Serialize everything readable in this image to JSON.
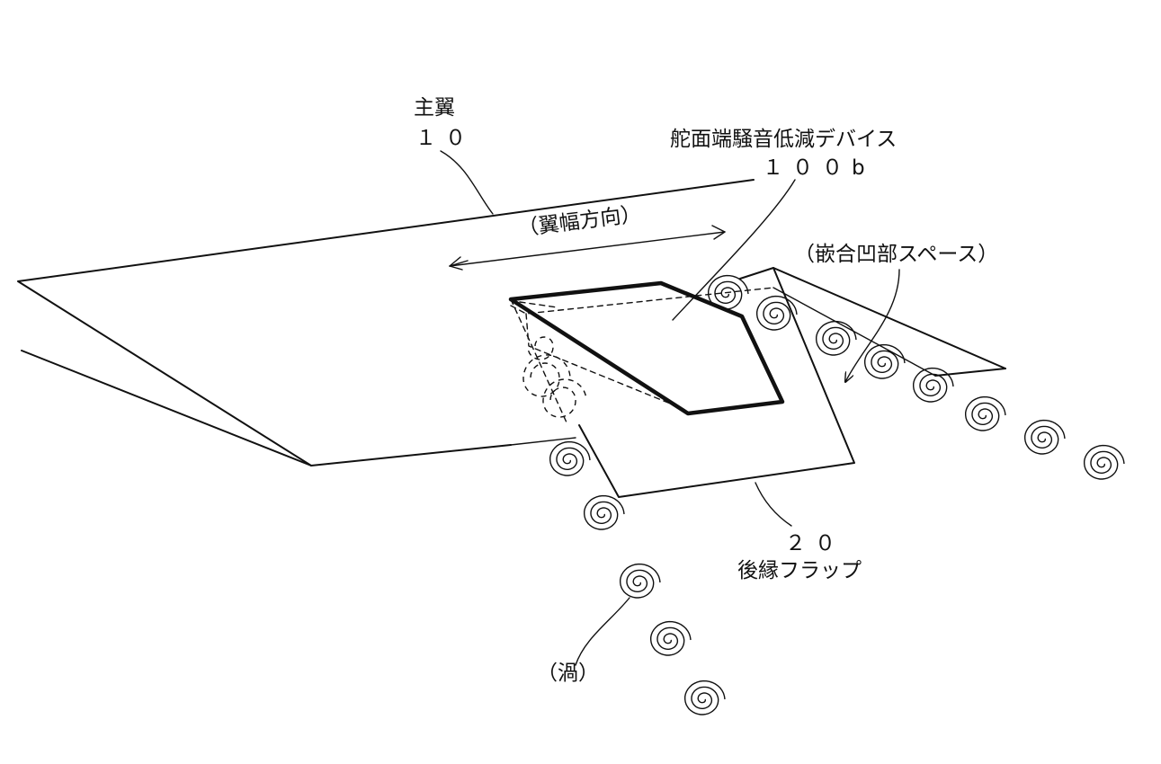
{
  "labels": {
    "main_wing_name": "主翼",
    "main_wing_num": "１０",
    "device_name": "舵面端騒音低減デバイス",
    "device_num": "１００b",
    "span_direction": "（翼幅方向）",
    "recess_space": "（嵌合凹部スペース）",
    "flap_num": "２０",
    "flap_name": "後縁フラップ",
    "vortex": "（渦）"
  },
  "colors": {
    "ink": "#111111",
    "background": "#ffffff"
  }
}
